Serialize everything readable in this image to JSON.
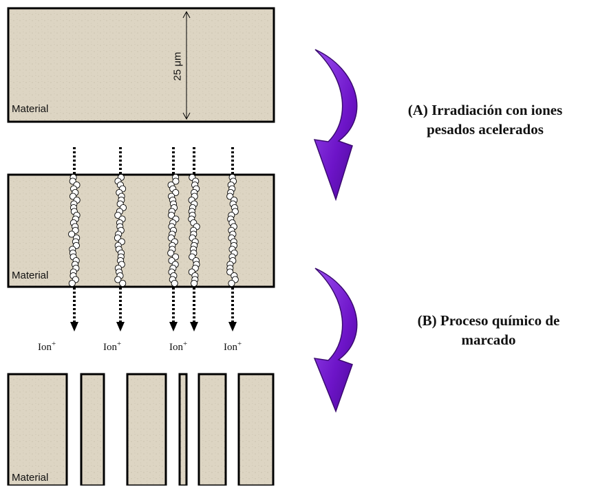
{
  "materials": {
    "top": "Material",
    "middle": "Material",
    "bottom": "Material"
  },
  "thickness": "25 μm",
  "ion": {
    "base": "Ion",
    "charge": "+"
  },
  "steps": {
    "a": {
      "line1": "(A) Irradiación con iones",
      "line2": "pesados acelerados"
    },
    "b": {
      "line1": "(B) Proceso químico de",
      "line2": "marcado"
    }
  },
  "colors": {
    "material": "#ddd5c3",
    "speckle": "#bfb59f",
    "arrow": "#7b1fd0",
    "arrow_light": "#c9a0ff",
    "outline": "#000000"
  }
}
